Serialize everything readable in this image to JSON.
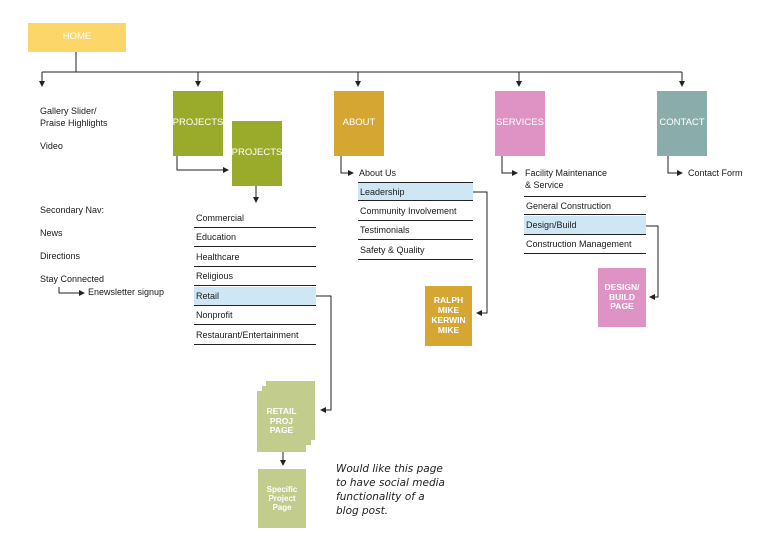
{
  "home": "HOME",
  "left": {
    "gallery": [
      "Gallery Slider/",
      "Praise Highlights"
    ],
    "video": "Video",
    "secondary_nav": "Secondary Nav:",
    "news": "News",
    "directions": "Directions",
    "stay_connected": "Stay Connected",
    "enewsletter": "Enewsletter signup"
  },
  "projects": {
    "label": "PROJECTS",
    "sub_label": "PROJECTS",
    "items": [
      "Commercial",
      "Education",
      "Healthcare",
      "Religious",
      "Retail",
      "Nonprofit",
      "Restaurant/Entertainment"
    ],
    "retail_page": [
      "RETAIL",
      "PROJ",
      "PAGE"
    ],
    "specific_page": [
      "Specific",
      "Project",
      "Page"
    ]
  },
  "about": {
    "label": "ABOUT",
    "items": [
      "About Us",
      "Leadership",
      "Community Involvement",
      "Testimonials",
      "Safety & Quality"
    ],
    "leaders": [
      "RALPH",
      "MIKE",
      "KERWIN",
      "MIKE"
    ]
  },
  "services": {
    "label": "SERVICES",
    "items": [
      "Facility Maintenance",
      "& Service",
      "General Construction",
      "Design/Build",
      "Construction Management"
    ],
    "design_page": [
      "DESIGN/",
      "BUILD",
      "PAGE"
    ]
  },
  "contact": {
    "label": "CONTACT",
    "items": [
      "Contact Form"
    ]
  },
  "note": [
    "Would like this page",
    "to have social media",
    "functionality of a",
    "blog post."
  ],
  "colors": {
    "home": "#fdd66a",
    "projects": "#9aab2b",
    "retail": "#c2cd8d",
    "about": "#d6a633",
    "services": "#df93c4",
    "contact": "#8aadab",
    "highlight": "#cfe6f5"
  }
}
